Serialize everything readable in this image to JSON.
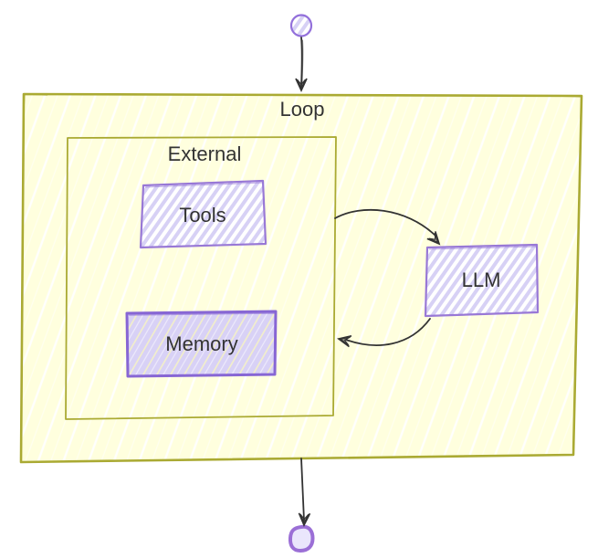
{
  "diagram": {
    "type": "flowchart-hand-drawn",
    "labels": {
      "loop": "Loop",
      "external": "External",
      "tools": "Tools",
      "memory": "Memory",
      "llm": "LLM"
    },
    "clusters": [
      {
        "id": "loop",
        "label": "Loop",
        "contains": [
          "external",
          "llm"
        ]
      },
      {
        "id": "external",
        "label": "External",
        "contains": [
          "tools",
          "memory"
        ]
      }
    ],
    "nodes": [
      {
        "id": "start",
        "shape": "circle",
        "label": ""
      },
      {
        "id": "tools",
        "shape": "rect",
        "label": "Tools"
      },
      {
        "id": "memory",
        "shape": "rect",
        "label": "Memory"
      },
      {
        "id": "llm",
        "shape": "rect",
        "label": "LLM"
      },
      {
        "id": "end",
        "shape": "circle",
        "label": ""
      }
    ],
    "edges": [
      {
        "from": "start",
        "to": "loop"
      },
      {
        "from": "external",
        "to": "llm"
      },
      {
        "from": "llm",
        "to": "external"
      },
      {
        "from": "loop",
        "to": "end"
      }
    ],
    "colors": {
      "cluster_fill": "#ffffde",
      "cluster_border": "#aaaa33",
      "node_border": "#9370db",
      "memory_border": "#8766d4",
      "node_stripe": "#d7d1f5",
      "memory_fill": "#d8d1f6",
      "start_end_fill": "#eae6fc",
      "edge_stroke": "#333333",
      "text": "#333333",
      "background": "#ffffff"
    }
  }
}
